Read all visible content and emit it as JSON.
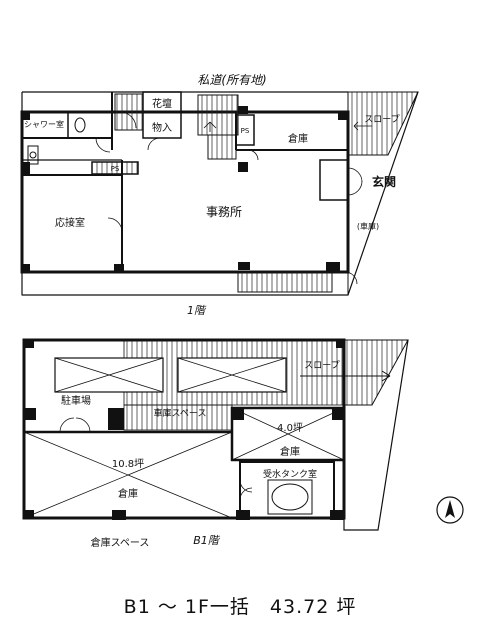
{
  "floor_1": {
    "street": "私道(所有地)",
    "flower_bed": "花壇",
    "storage_small": "物入",
    "shower": "シャワー室",
    "ps_left": "PS",
    "ps_right": "PS",
    "warehouse": "倉庫",
    "slope": "スロープ",
    "entrance": "玄関",
    "office": "事務所",
    "reception": "応接室",
    "side_note": "(車庫)",
    "floor_label": "1階"
  },
  "floor_b1": {
    "slope": "スロープ",
    "parking": "駐車場",
    "garage_space": "車庫スペース",
    "room_area": "4.0坪",
    "room_name": "倉庫",
    "tank_room": "受水タンク室",
    "main_area": "10.8坪",
    "main_name": "倉庫",
    "storage_space": "倉庫スペース",
    "floor_label": "B1階"
  },
  "north": "N",
  "caption": "B1 ～ 1F一括　43.72 坪"
}
